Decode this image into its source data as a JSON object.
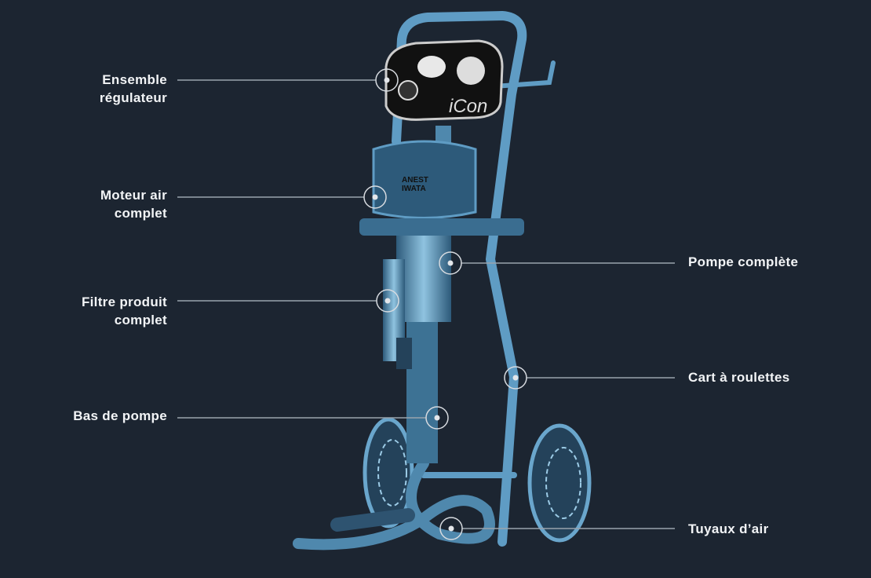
{
  "callouts": {
    "regulator": {
      "line1": "Ensemble",
      "line2": "régulateur"
    },
    "air_motor": {
      "line1": "Moteur air",
      "line2": "complet"
    },
    "fluid_filter": {
      "line1": "Filtre produit",
      "line2": "complet"
    },
    "lower_pump": {
      "line1": "Bas de pompe"
    },
    "complete_pump": {
      "line1": "Pompe complète"
    },
    "cart": {
      "line1": "Cart à roulettes"
    },
    "air_hoses": {
      "line1": "Tuyaux d’air"
    }
  },
  "product": {
    "regulator_brand": "iCon",
    "motor_brand_line1": "ANEST",
    "motor_brand_line2": "IWATA"
  },
  "colors": {
    "background": "#1c2531",
    "label": "#f2f4f6",
    "line": "#9aa3ad",
    "sketch": "#5f9cc4"
  }
}
